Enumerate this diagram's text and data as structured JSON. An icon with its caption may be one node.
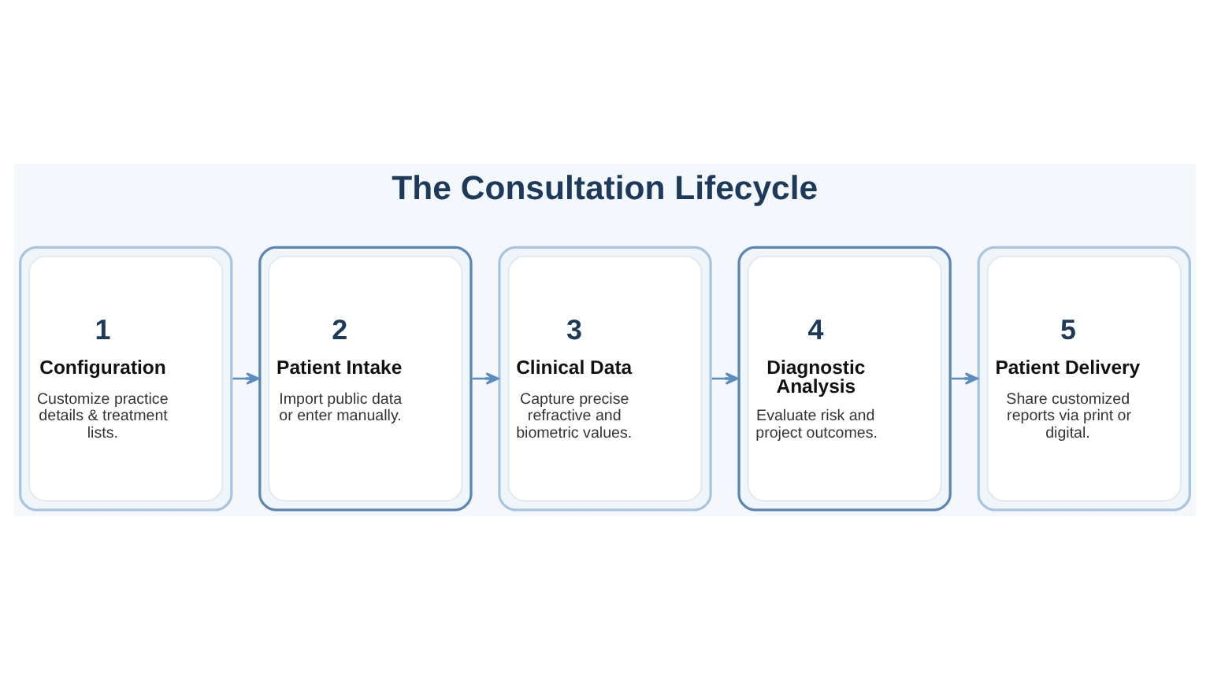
{
  "diagram": {
    "title": "The Consultation Lifecycle",
    "nodes": [
      {
        "text": [
          "1",
          "Configuration",
          "Customize practice details & treatment lists."
        ]
      },
      {
        "text": [
          "2",
          "Patient Intake",
          "Import public data or enter manually."
        ]
      },
      {
        "text": [
          "3",
          "Clinical Data",
          "Capture precise refractive and biometric values."
        ]
      },
      {
        "text": [
          "4",
          "Diagnostic Analysis",
          "Evaluate risk and project outcomes."
        ]
      },
      {
        "text": [
          "5",
          "Patient Delivery",
          "Share customized reports via print or digital."
        ]
      }
    ],
    "edges": [
      {
        "from": 0,
        "to": 1,
        "arrow": "to"
      },
      {
        "from": 1,
        "to": 2,
        "arrow": "to"
      },
      {
        "from": 2,
        "to": 3,
        "arrow": "to"
      },
      {
        "from": 3,
        "to": 4,
        "arrow": "to"
      }
    ]
  }
}
